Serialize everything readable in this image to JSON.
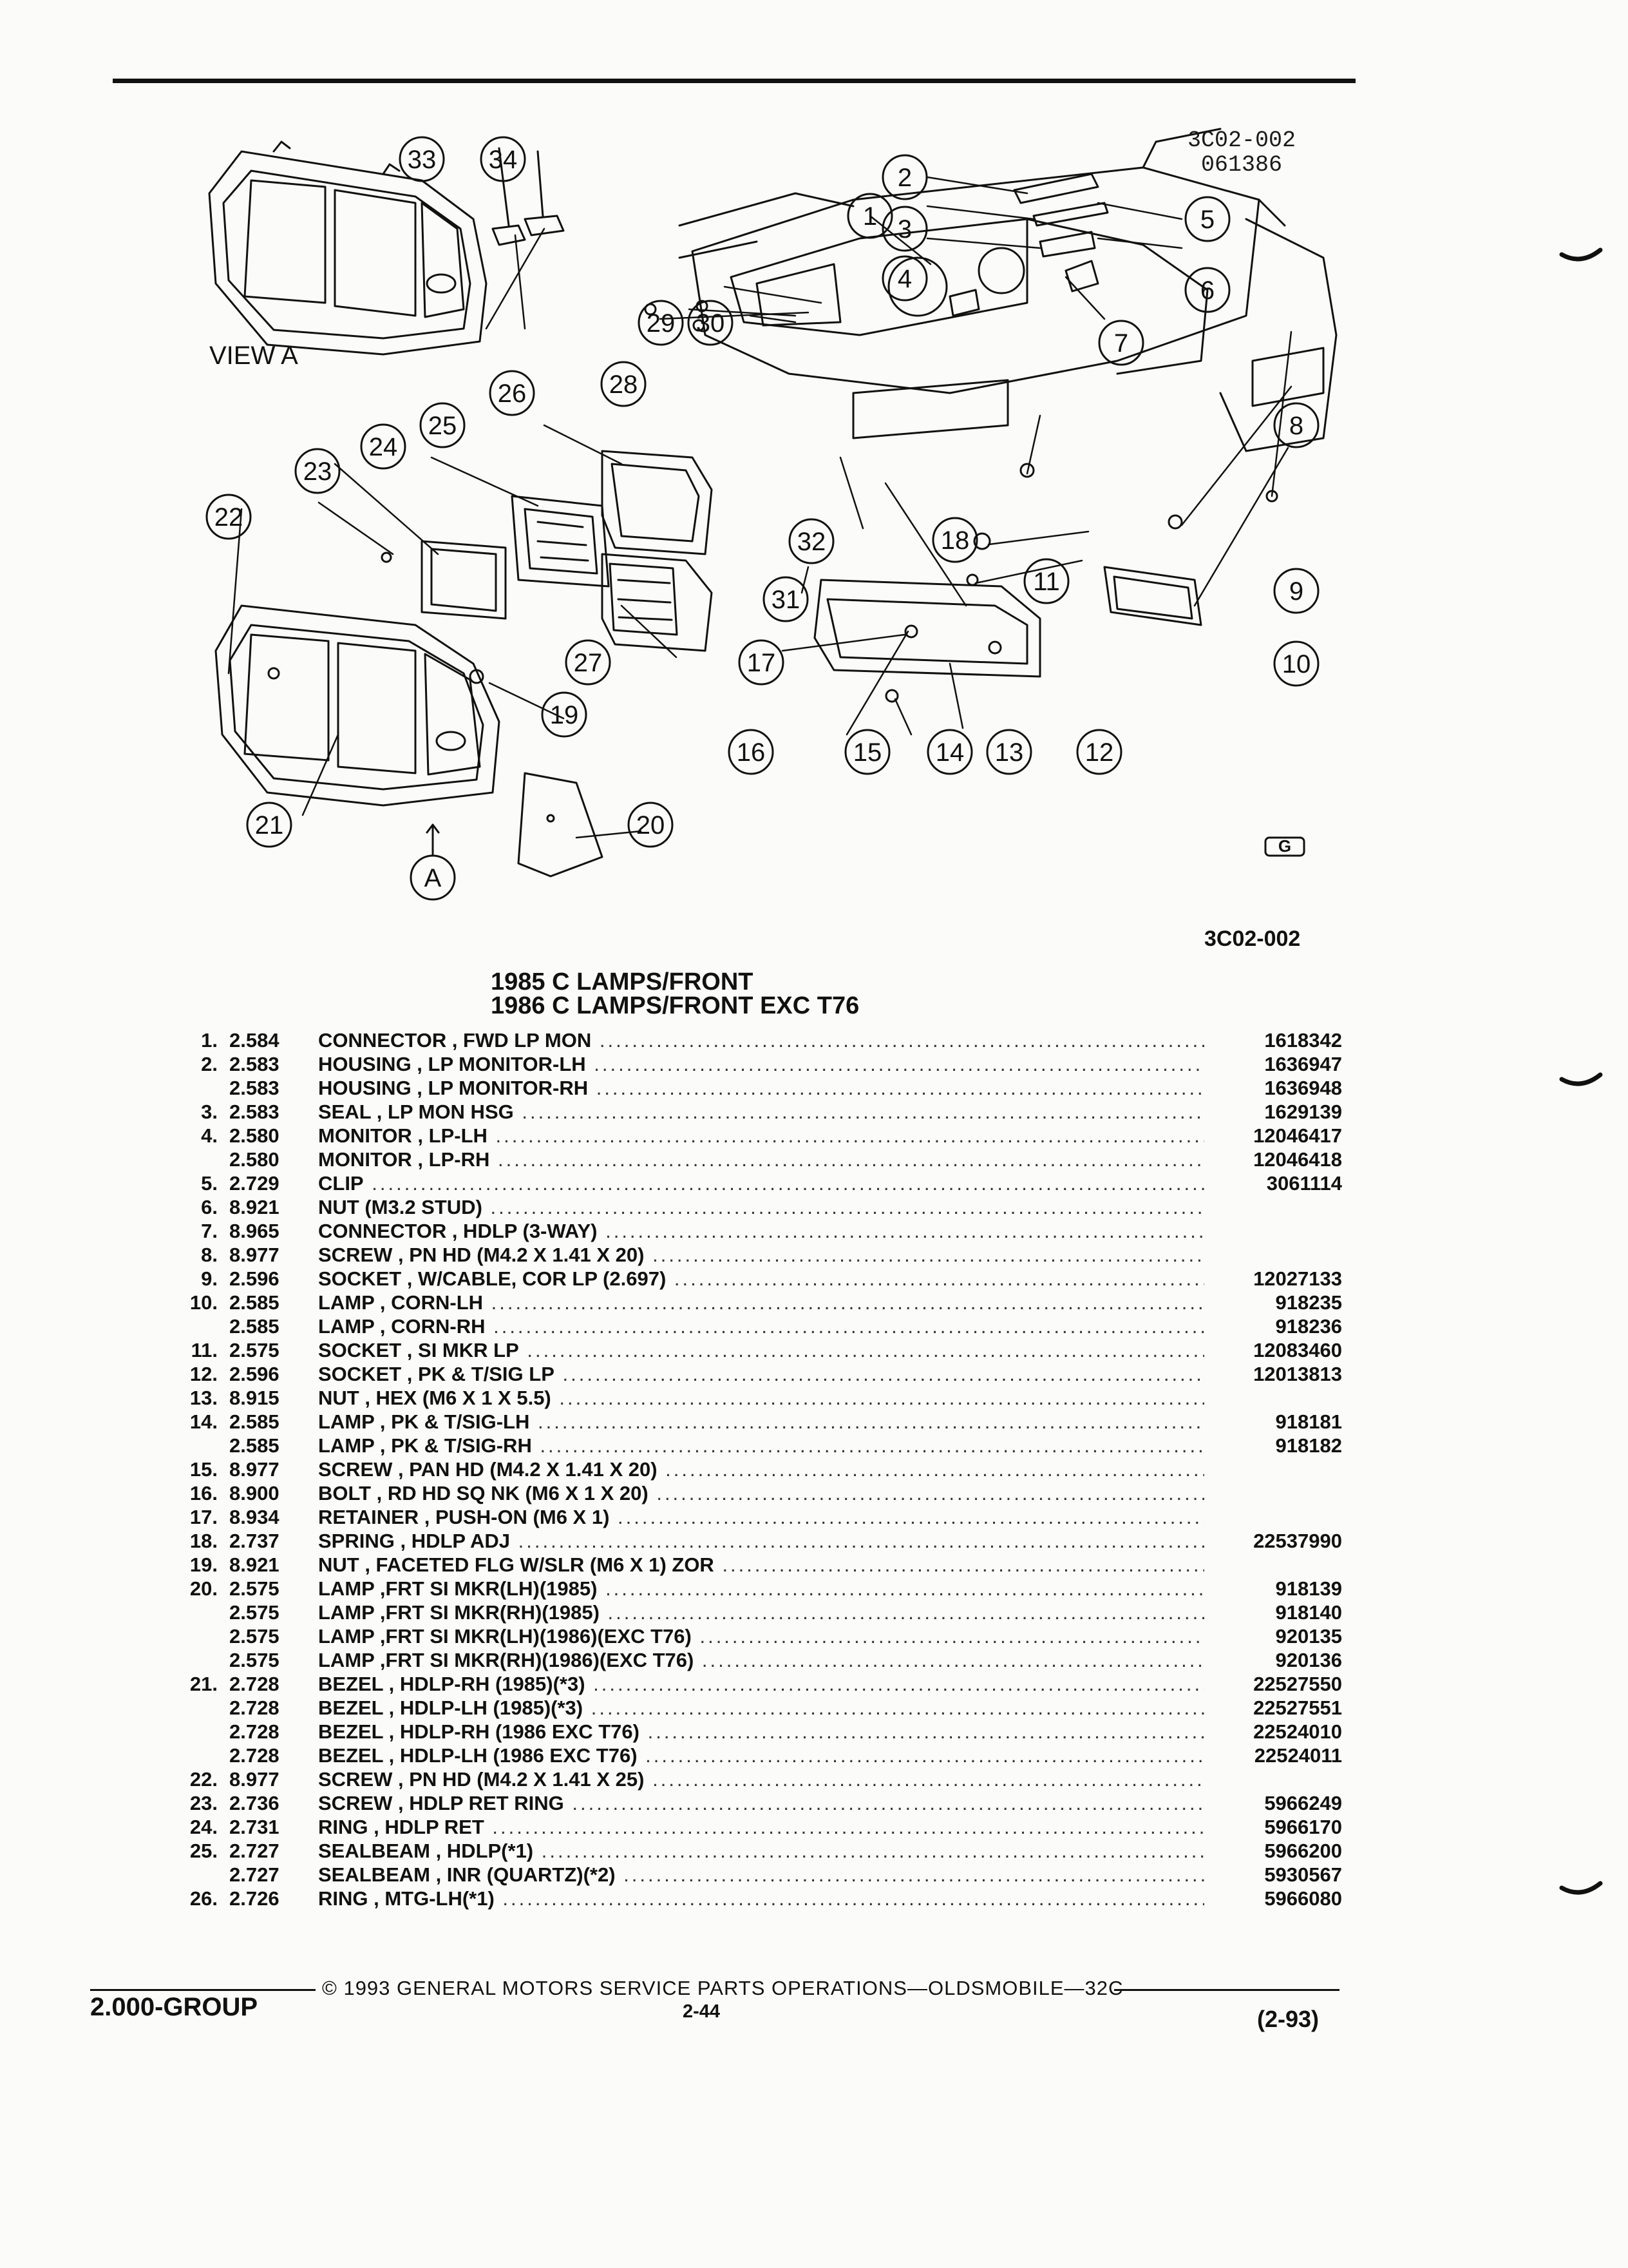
{
  "header": {
    "drawing_id_line1": "3C02-002",
    "drawing_id_line2": "061386",
    "figure_code": "3C02-002",
    "view_label": "VIEW A",
    "view_callout": "A",
    "logo_glyph": "G"
  },
  "diagram": {
    "callouts": [
      "1",
      "2",
      "3",
      "4",
      "5",
      "6",
      "7",
      "8",
      "9",
      "10",
      "11",
      "12",
      "13",
      "14",
      "15",
      "16",
      "17",
      "18",
      "19",
      "20",
      "21",
      "22",
      "23",
      "24",
      "25",
      "26",
      "27",
      "28",
      "29",
      "30",
      "31",
      "32",
      "33",
      "34"
    ]
  },
  "titles": {
    "line1": "1985 C LAMPS/FRONT",
    "line2": "1986 C LAMPS/FRONT EXC T76"
  },
  "parts": [
    {
      "num": "1.",
      "group": "2.584",
      "desc": "CONNECTOR , FWD LP MON",
      "part": "1618342"
    },
    {
      "num": "2.",
      "group": "2.583",
      "desc": "HOUSING , LP MONITOR-LH",
      "part": "1636947"
    },
    {
      "num": "",
      "group": "2.583",
      "desc": "HOUSING , LP MONITOR-RH",
      "part": "1636948"
    },
    {
      "num": "3.",
      "group": "2.583",
      "desc": "SEAL , LP MON HSG",
      "part": "1629139"
    },
    {
      "num": "4.",
      "group": "2.580",
      "desc": "MONITOR , LP-LH",
      "part": "12046417"
    },
    {
      "num": "",
      "group": "2.580",
      "desc": "MONITOR , LP-RH",
      "part": "12046418"
    },
    {
      "num": "5.",
      "group": "2.729",
      "desc": "CLIP",
      "part": "3061114"
    },
    {
      "num": "6.",
      "group": "8.921",
      "desc": "NUT (M3.2 STUD)",
      "part": ""
    },
    {
      "num": "7.",
      "group": "8.965",
      "desc": "CONNECTOR , HDLP (3-WAY)",
      "part": ""
    },
    {
      "num": "8.",
      "group": "8.977",
      "desc": "SCREW , PN HD (M4.2 X 1.41 X 20)",
      "part": ""
    },
    {
      "num": "9.",
      "group": "2.596",
      "desc": "SOCKET , W/CABLE, COR LP (2.697)",
      "part": "12027133"
    },
    {
      "num": "10.",
      "group": "2.585",
      "desc": "LAMP , CORN-LH",
      "part": "918235"
    },
    {
      "num": "",
      "group": "2.585",
      "desc": "LAMP , CORN-RH",
      "part": "918236"
    },
    {
      "num": "11.",
      "group": "2.575",
      "desc": "SOCKET , SI MKR LP",
      "part": "12083460"
    },
    {
      "num": "12.",
      "group": "2.596",
      "desc": "SOCKET , PK & T/SIG LP",
      "part": "12013813"
    },
    {
      "num": "13.",
      "group": "8.915",
      "desc": "NUT , HEX (M6 X 1 X 5.5)",
      "part": ""
    },
    {
      "num": "14.",
      "group": "2.585",
      "desc": "LAMP , PK & T/SIG-LH",
      "part": "918181"
    },
    {
      "num": "",
      "group": "2.585",
      "desc": "LAMP , PK & T/SIG-RH",
      "part": "918182"
    },
    {
      "num": "15.",
      "group": "8.977",
      "desc": "SCREW , PAN HD (M4.2 X 1.41 X 20)",
      "part": ""
    },
    {
      "num": "16.",
      "group": "8.900",
      "desc": "BOLT , RD HD SQ NK (M6 X 1 X 20)",
      "part": ""
    },
    {
      "num": "17.",
      "group": "8.934",
      "desc": "RETAINER , PUSH-ON (M6 X 1)",
      "part": ""
    },
    {
      "num": "18.",
      "group": "2.737",
      "desc": "SPRING , HDLP ADJ",
      "part": "22537990"
    },
    {
      "num": "19.",
      "group": "8.921",
      "desc": "NUT , FACETED FLG W/SLR (M6 X 1) ZOR",
      "part": ""
    },
    {
      "num": "20.",
      "group": "2.575",
      "desc": "LAMP ,FRT SI MKR(LH)(1985)",
      "part": "918139"
    },
    {
      "num": "",
      "group": "2.575",
      "desc": "LAMP ,FRT SI MKR(RH)(1985)",
      "part": "918140"
    },
    {
      "num": "",
      "group": "2.575",
      "desc": "LAMP ,FRT SI MKR(LH)(1986)(EXC T76)",
      "part": "920135"
    },
    {
      "num": "",
      "group": "2.575",
      "desc": "LAMP ,FRT SI MKR(RH)(1986)(EXC T76)",
      "part": "920136"
    },
    {
      "num": "21.",
      "group": "2.728",
      "desc": "BEZEL , HDLP-RH (1985)(*3)",
      "part": "22527550"
    },
    {
      "num": "",
      "group": "2.728",
      "desc": "BEZEL , HDLP-LH (1985)(*3)",
      "part": "22527551"
    },
    {
      "num": "",
      "group": "2.728",
      "desc": "BEZEL , HDLP-RH (1986 EXC T76)",
      "part": "22524010"
    },
    {
      "num": "",
      "group": "2.728",
      "desc": "BEZEL , HDLP-LH (1986 EXC T76)",
      "part": "22524011"
    },
    {
      "num": "22.",
      "group": "8.977",
      "desc": "SCREW , PN HD (M4.2 X 1.41 X 25)",
      "part": ""
    },
    {
      "num": "23.",
      "group": "2.736",
      "desc": "SCREW , HDLP RET RING",
      "part": "5966249"
    },
    {
      "num": "24.",
      "group": "2.731",
      "desc": "RING , HDLP RET",
      "part": "5966170"
    },
    {
      "num": "25.",
      "group": "2.727",
      "desc": "SEALBEAM , HDLP(*1)",
      "part": "5966200"
    },
    {
      "num": "",
      "group": "2.727",
      "desc": "SEALBEAM , INR (QUARTZ)(*2)",
      "part": "5930567"
    },
    {
      "num": "26.",
      "group": "2.726",
      "desc": "RING , MTG-LH(*1)",
      "part": "5966080"
    }
  ],
  "footer": {
    "group": "2.000-GROUP",
    "copyright": "© 1993 GENERAL MOTORS SERVICE PARTS OPERATIONS—OLDSMOBILE—32C",
    "page": "2-44",
    "date": "(2-93)"
  }
}
